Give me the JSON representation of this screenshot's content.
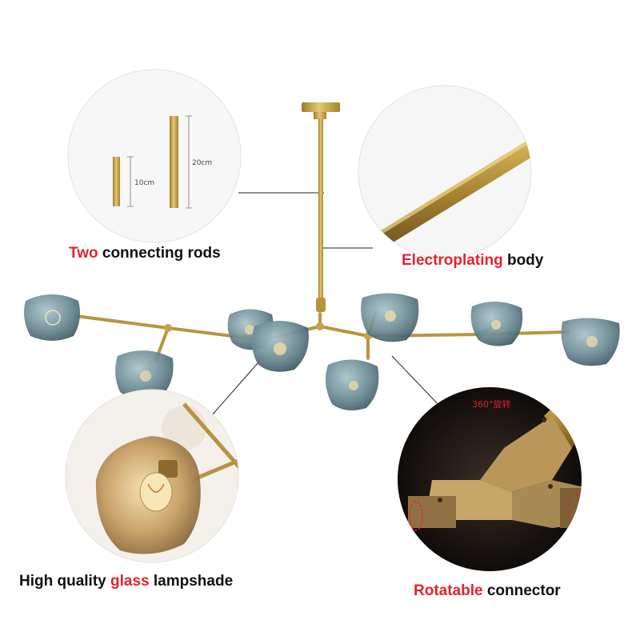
{
  "captions": {
    "rods": {
      "highlight": "Two",
      "rest": " connecting rods"
    },
    "body": {
      "highlight": "Electroplating",
      "rest": " body"
    },
    "glass": {
      "prefix": "High quality ",
      "highlight": "glass",
      "rest": " lampshade"
    },
    "connector": {
      "highlight": "Rotatable",
      "rest": " connector"
    }
  },
  "dimensions": {
    "short_rod": "10cm",
    "long_rod": "20cm"
  },
  "rotation_label": "360°旋转",
  "colors": {
    "highlight": "#e0242f",
    "gold": "#c9a646",
    "glass": "#6b8a94",
    "text": "#111111"
  }
}
